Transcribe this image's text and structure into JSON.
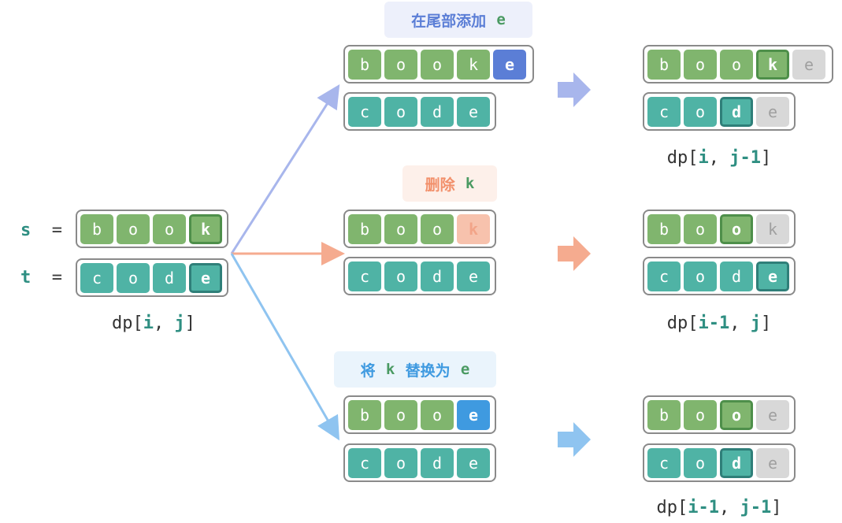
{
  "left": {
    "s_label": "s",
    "t_label": "t",
    "equals": "=",
    "s_cells": [
      "b",
      "o",
      "o",
      "k"
    ],
    "t_cells": [
      "c",
      "o",
      "d",
      "e"
    ],
    "dp": {
      "prefix": "dp[",
      "a": "i",
      "sep": ", ",
      "b": "j",
      "suffix": "]"
    }
  },
  "ops": {
    "insert": {
      "label_text": "在尾部添加",
      "label_char": "e",
      "color": "#5b7ed6",
      "s_cells": [
        "b",
        "o",
        "o",
        "k",
        "e"
      ],
      "t_cells": [
        "c",
        "o",
        "d",
        "e"
      ]
    },
    "delete": {
      "label_text": "删除",
      "label_char": "k",
      "color": "#f2a488",
      "s_cells": [
        "b",
        "o",
        "o",
        "k"
      ],
      "t_cells": [
        "c",
        "o",
        "d",
        "e"
      ]
    },
    "replace": {
      "label_text": "将",
      "label_char1": "k",
      "label_mid": "替换为",
      "label_char2": "e",
      "color": "#4aa3e6",
      "s_cells": [
        "b",
        "o",
        "o",
        "e"
      ],
      "t_cells": [
        "c",
        "o",
        "d",
        "e"
      ]
    }
  },
  "results": {
    "insert": {
      "s_cells": [
        "b",
        "o",
        "o",
        "k",
        "e"
      ],
      "t_cells": [
        "c",
        "o",
        "d",
        "e"
      ],
      "dp": {
        "prefix": "dp[",
        "a": "i",
        "sep": ", ",
        "b": "j-1",
        "suffix": "]"
      }
    },
    "delete": {
      "s_cells": [
        "b",
        "o",
        "o",
        "k"
      ],
      "t_cells": [
        "c",
        "o",
        "d",
        "e"
      ],
      "dp": {
        "prefix": "dp[",
        "a": "i-1",
        "sep": ", ",
        "b": "j",
        "suffix": "]"
      }
    },
    "replace": {
      "s_cells": [
        "b",
        "o",
        "o",
        "e"
      ],
      "t_cells": [
        "c",
        "o",
        "d",
        "e"
      ],
      "dp": {
        "prefix": "dp[",
        "a": "i-1",
        "sep": ", ",
        "b": "j-1",
        "suffix": "]"
      }
    }
  },
  "colors": {
    "green": "#80b56e",
    "teal": "#4fb3a5",
    "insert_arrow": "#a8b6ec",
    "delete_arrow": "#f5ab8f",
    "replace_arrow": "#8fc4f0"
  }
}
